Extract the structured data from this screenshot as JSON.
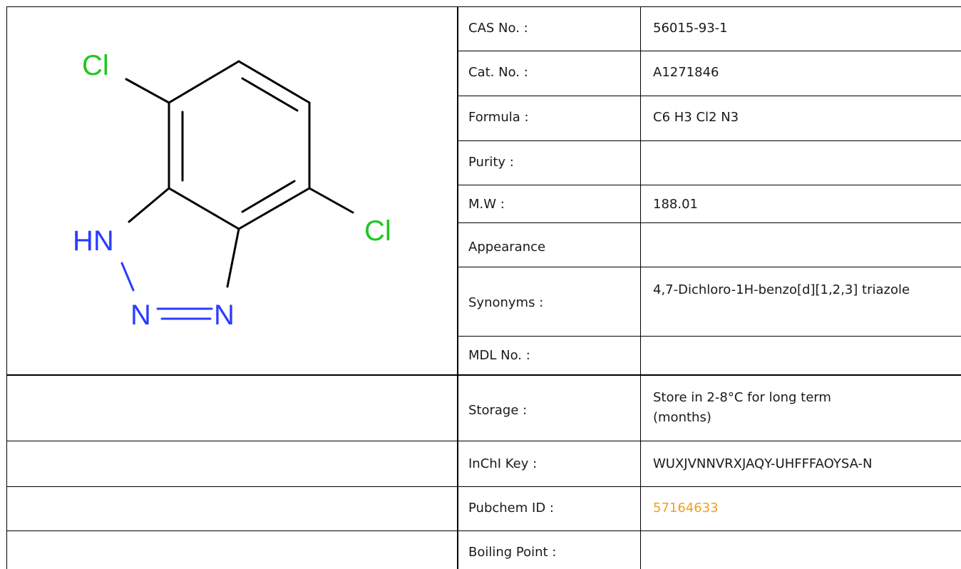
{
  "properties": [
    {
      "label": "CAS No. :",
      "value": "56015-93-1"
    },
    {
      "label": "Cat. No. :",
      "value": "A1271846"
    },
    {
      "label": "Formula :",
      "value": "C6 H3 Cl2 N3"
    },
    {
      "label": "Purity :",
      "value": ""
    },
    {
      "label": "M.W :",
      "value": "188.01"
    },
    {
      "label": "Appearance",
      "value": ""
    },
    {
      "label": "Synonyms :",
      "value": "4,7-Dichloro-1H-benzo[d][1,2,3] triazole"
    },
    {
      "label": "MDL No. :",
      "value": ""
    },
    {
      "label": "Storage :",
      "value": "Store in 2-8°C for long term (months)"
    },
    {
      "label": "InChI Key :",
      "value": "WUXJVNNVRXJAQY-UHFFFAOYSA-N"
    },
    {
      "label": "Pubchem ID :",
      "value": "57164633"
    },
    {
      "label": "Boiling Point :",
      "value": ""
    }
  ],
  "structure": {
    "atoms": {
      "cl_top": "Cl",
      "cl_right": "Cl",
      "hn": "HN",
      "n_left": "N",
      "n_right": "N"
    },
    "colors": {
      "chlorine": "#1ec81e",
      "nitrogen": "#2a3cff",
      "bond": "#000000",
      "link": "#f0a020"
    }
  }
}
